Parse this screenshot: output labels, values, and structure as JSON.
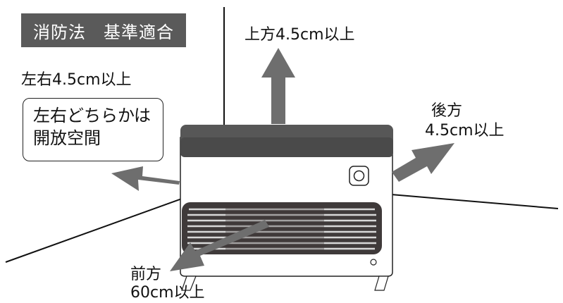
{
  "standard_badge": "消防法　基準適合",
  "clearances": {
    "top": "上方4.5cm以上",
    "sides": "左右4.5cm以上",
    "back_line1": "後方",
    "back_line2": "4.5cm以上",
    "front_line1": "前方",
    "front_line2": "60cm以上"
  },
  "side_note": {
    "line1": "左右どちらかは",
    "line2": "開放空間"
  },
  "colors": {
    "arrow": "#6e6e6e",
    "heater_top_bar": "#575757",
    "grille": "#3f3a3a",
    "badge_bg": "#5a5a5a"
  },
  "icons": [
    "power-button-icon"
  ]
}
